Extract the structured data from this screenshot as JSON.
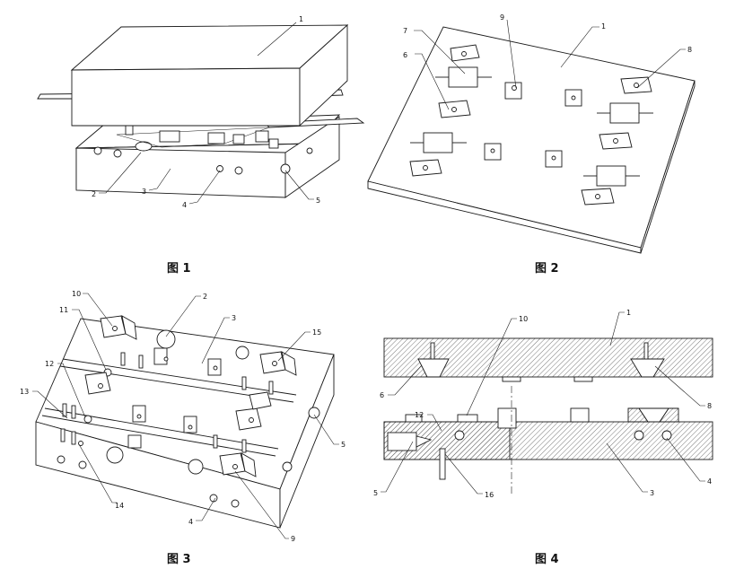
{
  "figures": {
    "fig1": {
      "caption": "图 1",
      "labels": {
        "l1": "1",
        "l2": "2",
        "l3": "3",
        "l4": "4",
        "l5": "5"
      }
    },
    "fig2": {
      "caption": "图 2",
      "labels": {
        "l1": "1",
        "l6": "6",
        "l7": "7",
        "l8": "8",
        "l9": "9"
      }
    },
    "fig3": {
      "caption": "图 3",
      "labels": {
        "l2": "2",
        "l3": "3",
        "l4": "4",
        "l5": "5",
        "l9": "9",
        "l10": "10",
        "l11": "11",
        "l12": "12",
        "l13": "13",
        "l14": "14",
        "l15": "15"
      }
    },
    "fig4": {
      "caption": "图 4",
      "labels": {
        "l1": "1",
        "l3": "3",
        "l4": "4",
        "l5": "5",
        "l6": "6",
        "l8": "8",
        "l10": "10",
        "l12": "12",
        "l16": "16"
      }
    }
  },
  "colors": {
    "line": "#1a1a1a",
    "hatch": "#555555",
    "fill": "#ffffff"
  }
}
